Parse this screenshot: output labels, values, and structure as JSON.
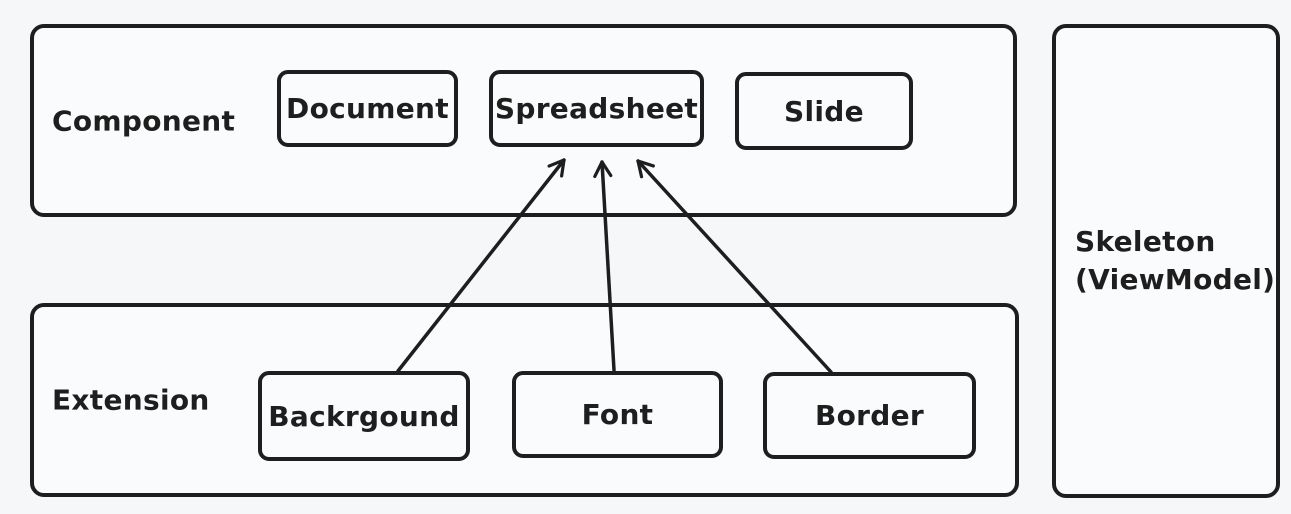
{
  "diagram_type": "excalidraw-style architecture diagram",
  "colors": {
    "canvas_background": "#f6f7f9",
    "shape_fill": "#fafbfc",
    "stroke": "#1e1e1e",
    "text": "#1e1e1e"
  },
  "component": {
    "label": "Component",
    "nodes": {
      "document": "Document",
      "spreadsheet": "Spreadsheet",
      "slide": "Slide"
    }
  },
  "extension": {
    "label": "Extension",
    "nodes": {
      "background": "Backrgound",
      "font": "Font",
      "border": "Border"
    }
  },
  "skeleton": {
    "label_line1": "Skeleton",
    "label_line2": "(ViewModel)"
  },
  "edges": [
    {
      "from": "Backrgound",
      "to": "Spreadsheet",
      "style": "arrow"
    },
    {
      "from": "Font",
      "to": "Spreadsheet",
      "style": "arrow"
    },
    {
      "from": "Border",
      "to": "Spreadsheet",
      "style": "arrow"
    }
  ]
}
